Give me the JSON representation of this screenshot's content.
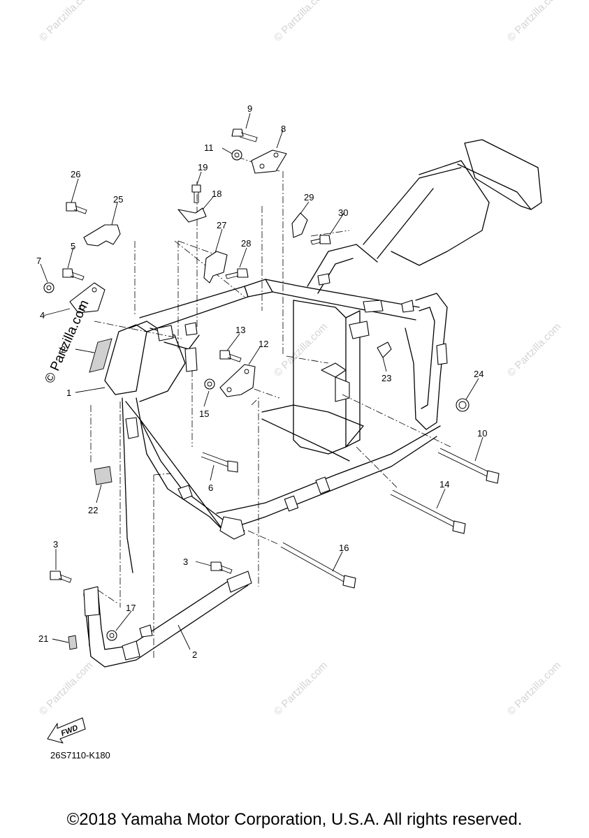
{
  "diagram": {
    "callouts": [
      "1",
      "2",
      "2",
      "3",
      "3",
      "4",
      "5",
      "6",
      "7",
      "8",
      "9",
      "10",
      "11",
      "12",
      "13",
      "14",
      "15",
      "16",
      "17",
      "18",
      "19",
      "21",
      "22",
      "23",
      "24",
      "25",
      "26",
      "27",
      "28",
      "29",
      "30"
    ],
    "watermark": "© Partzilla.com",
    "side_watermark": "© Partzilla.com",
    "fwd_label": "FWD",
    "diagram_code": "26S7110-K180"
  },
  "footer": {
    "copyright": "©2018 Yamaha Motor Corporation, U.S.A. All rights reserved."
  }
}
